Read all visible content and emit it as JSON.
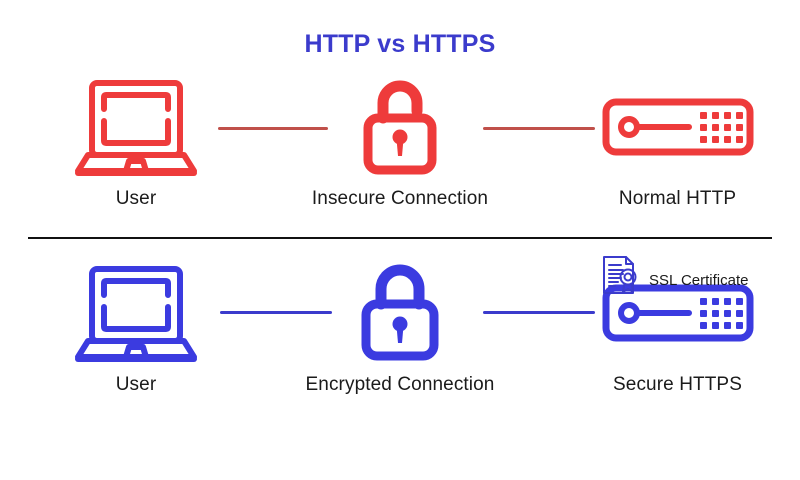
{
  "page": {
    "title": "HTTP vs HTTPS",
    "background": "#ffffff",
    "title_color": "#3b3bcc"
  },
  "colors": {
    "insecure": "#ee3b3b",
    "secure": "#3b3be0",
    "insecure_line": "#c0504a",
    "secure_line": "#3b3bcc",
    "divider": "#111111",
    "caption": "#1b1b1b"
  },
  "rows": [
    {
      "id": "http",
      "accent": "#ee3b3b",
      "line_color": "#c0504a",
      "user": {
        "icon": "laptop-icon",
        "caption": "User"
      },
      "connection": {
        "icon": "open-padlock-icon",
        "caption": "Insecure Connection"
      },
      "server": {
        "icon": "server-icon",
        "caption": "Normal HTTP"
      }
    },
    {
      "id": "https",
      "accent": "#3b3be0",
      "line_color": "#3b3bcc",
      "user": {
        "icon": "laptop-icon",
        "caption": "User"
      },
      "connection": {
        "icon": "closed-padlock-icon",
        "caption": "Encrypted Connection"
      },
      "server": {
        "icon": "server-icon",
        "caption": "Secure HTTPS"
      },
      "badge": {
        "icon": "certificate-document-icon",
        "label": "SSL Certificate"
      }
    }
  ]
}
